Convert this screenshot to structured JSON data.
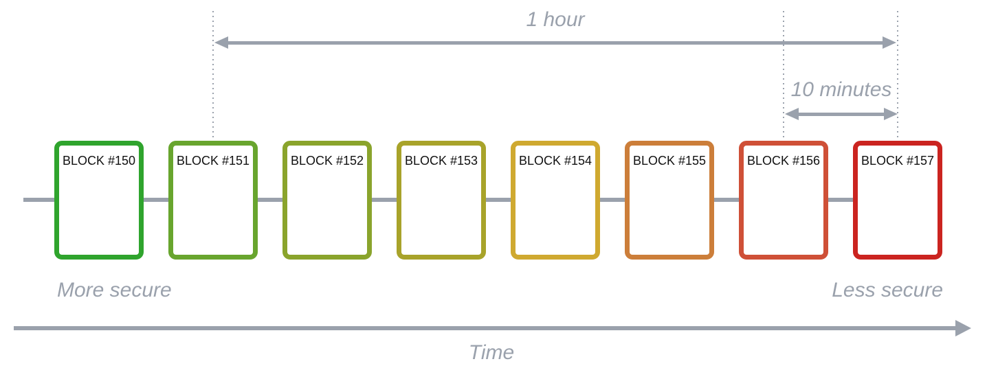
{
  "annotations": {
    "one_hour_label": "1 hour",
    "ten_minutes_label": "10 minutes",
    "more_secure_label": "More secure",
    "less_secure_label": "Less secure",
    "time_axis_label": "Time"
  },
  "blocks": [
    {
      "label": "BLOCK #150",
      "border_color": "#2fa42d"
    },
    {
      "label": "BLOCK #151",
      "border_color": "#68a52e"
    },
    {
      "label": "BLOCK #152",
      "border_color": "#8aa42c"
    },
    {
      "label": "BLOCK #153",
      "border_color": "#a8a32a"
    },
    {
      "label": "BLOCK #154",
      "border_color": "#cfa930"
    },
    {
      "label": "BLOCK #155",
      "border_color": "#cc7e3a"
    },
    {
      "label": "BLOCK #156",
      "border_color": "#cf5037"
    },
    {
      "label": "BLOCK #157",
      "border_color": "#cb2420"
    }
  ],
  "colors": {
    "annotation_gray": "#9aa1ac",
    "block_label_color": "#111111"
  }
}
